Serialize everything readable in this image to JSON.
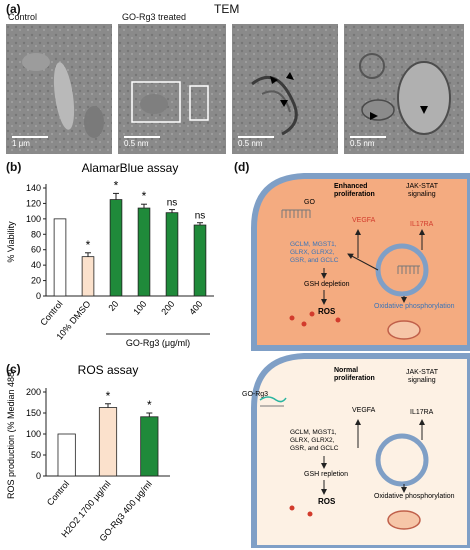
{
  "panel_a": {
    "label": "(a)",
    "title": "TEM",
    "control_label": "Control",
    "treated_label": "GO-Rg3 treated",
    "scale_1": "1 μm",
    "scale_2": "0.5 nm",
    "scale_3": "0.5 nm",
    "scale_4": "0.5 nm"
  },
  "panel_b": {
    "label": "(b)"
  },
  "panel_c": {
    "label": "(c)"
  },
  "panel_d": {
    "label": "(d)",
    "top": {
      "go": "GO",
      "enhanced": "Enhanced\nproliferation",
      "jak": "JAK-STAT\nsignaling",
      "vegfa": "VEGFA",
      "il17ra": "IL17RA",
      "genes": "GCLM, MGST1,\nGLRX, GLRX2,\nGSR, and GCLC",
      "gsh": "GSH depletion",
      "ros": "ROS",
      "oxphos": "Oxidative phosphorylation"
    },
    "bottom": {
      "go": "GO-Rg3",
      "normal": "Normal\nproliferation",
      "jak": "JAK-STAT\nsignaling",
      "vegfa": "VEGFA",
      "il17ra": "IL17RA",
      "genes": "GCLM, MGST1,\nGLRX, GLRX2,\nGSR, and GCLC",
      "gsh": "GSH repletion",
      "ros": "ROS",
      "oxphos": "Oxidative phosphorylation"
    }
  },
  "colors": {
    "green": "#1f8a3a",
    "peach": "#fbe1cc",
    "cell_top": "#f4ab80",
    "cell_bottom": "#fdf1e4",
    "membrane": "#7f9fc6",
    "blue_text": "#3a74b8",
    "red_text": "#d23b2c"
  },
  "chart_data": [
    {
      "type": "bar",
      "title": "AlamarBlue assay",
      "ylabel": "% Viability",
      "xlabel": "GO-Rg3 (μg/ml)",
      "categories": [
        "Control",
        "10% DMSO",
        "20",
        "100",
        "200",
        "400"
      ],
      "values": [
        100,
        51,
        125,
        114,
        108,
        92
      ],
      "errors": [
        0,
        5,
        8,
        5,
        4,
        3
      ],
      "annotations": [
        "",
        "*",
        "*",
        "*",
        "ns",
        "ns"
      ],
      "fill": [
        "#ffffff",
        "#fbe1cc",
        "#1f8a3a",
        "#1f8a3a",
        "#1f8a3a",
        "#1f8a3a"
      ],
      "ylim": [
        0,
        140
      ],
      "yticks": [
        0,
        20,
        40,
        60,
        80,
        100,
        120,
        140
      ]
    },
    {
      "type": "bar",
      "title": "ROS assay",
      "ylabel": "ROS production (% Median 488)",
      "categories": [
        "Control",
        "H2O2 1700 μg/ml",
        "GO-Rg3 400 μg/ml"
      ],
      "values": [
        100,
        163,
        141
      ],
      "errors": [
        0,
        9,
        9
      ],
      "annotations": [
        "",
        "*",
        "*"
      ],
      "fill": [
        "#ffffff",
        "#fbe1cc",
        "#1f8a3a"
      ],
      "ylim": [
        0,
        200
      ],
      "yticks": [
        0,
        50,
        100,
        150,
        200
      ]
    }
  ]
}
